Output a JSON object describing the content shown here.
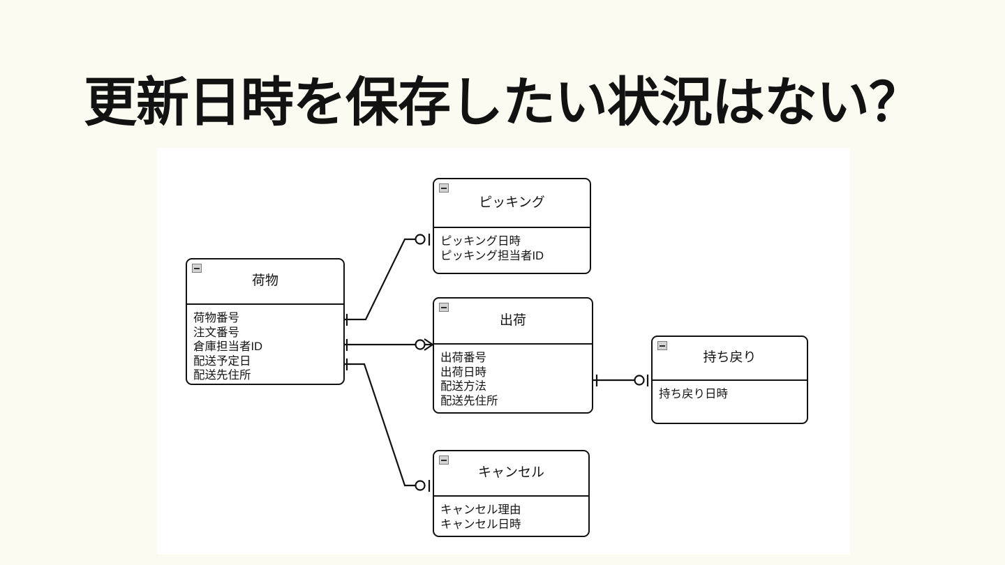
{
  "slide": {
    "title": "更新日時を保存したい状況はない？",
    "background_color": "#fbfbf1",
    "canvas_color": "#ffffff"
  },
  "diagram": {
    "type": "entity-relationship",
    "notation": "crow's-foot",
    "collapse_icon": "minus-icon",
    "entities": [
      {
        "id": "nimotsu",
        "name": "荷物",
        "attributes": [
          "荷物番号",
          "注文番号",
          "倉庫担当者ID",
          "配送予定日",
          "配送先住所"
        ]
      },
      {
        "id": "picking",
        "name": "ピッキング",
        "attributes": [
          "ピッキング日時",
          "ピッキング担当者ID"
        ]
      },
      {
        "id": "shukka",
        "name": "出荷",
        "attributes": [
          "出荷番号",
          "出荷日時",
          "配送方法",
          "配送先住所"
        ]
      },
      {
        "id": "mochimodori",
        "name": "持ち戻り",
        "attributes": [
          "持ち戻り日時"
        ]
      },
      {
        "id": "cancel",
        "name": "キャンセル",
        "attributes": [
          "キャンセル理由",
          "キャンセル日時"
        ]
      }
    ],
    "relationships": [
      {
        "from": "荷物",
        "to": "ピッキング",
        "from_cardinality": "one",
        "to_cardinality": "zero-or-one"
      },
      {
        "from": "荷物",
        "to": "出荷",
        "from_cardinality": "one",
        "to_cardinality": "zero-or-many"
      },
      {
        "from": "荷物",
        "to": "キャンセル",
        "from_cardinality": "one",
        "to_cardinality": "zero-or-one"
      },
      {
        "from": "出荷",
        "to": "持ち戻り",
        "from_cardinality": "one",
        "to_cardinality": "zero-or-one"
      }
    ]
  }
}
